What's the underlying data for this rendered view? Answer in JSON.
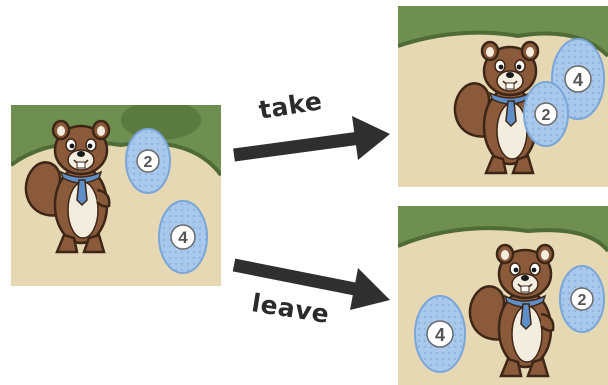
{
  "scenes": {
    "start": {
      "eggs": [
        "2",
        "4"
      ]
    },
    "take": {
      "eggs": [
        "4",
        "2"
      ]
    },
    "leave": {
      "eggs": [
        "4",
        "2"
      ]
    }
  },
  "actions": {
    "take_label": "take",
    "leave_label": "leave"
  },
  "colors": {
    "path": "#e5d8b3",
    "grass": "#6f8f50",
    "squirrel": "#8a5a3b",
    "egg": "#a9c9ec",
    "arrow": "#2f2f2f"
  }
}
